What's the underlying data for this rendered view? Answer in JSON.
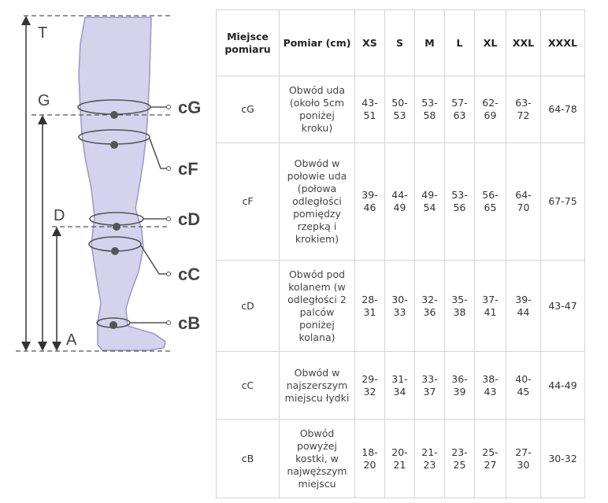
{
  "diagram": {
    "zone_labels": [
      "T",
      "G",
      "D",
      "A"
    ],
    "point_labels": [
      "cG",
      "cF",
      "cD",
      "cC",
      "cB"
    ]
  },
  "table": {
    "headers": [
      "Miejsce pomiaru",
      "Pomiar (cm)",
      "XS",
      "S",
      "M",
      "L",
      "XL",
      "XXL",
      "XXXL"
    ],
    "rows": [
      {
        "point": "cG",
        "description": "Obwód uda (około 5cm poniżej kroku)",
        "values": [
          "43-51",
          "50-53",
          "53-58",
          "57-63",
          "62-69",
          "63-72",
          "64-78"
        ]
      },
      {
        "point": "cF",
        "description": "Obwód w połowie uda (połowa odległości pomiędzy rzepką i krokiem)",
        "values": [
          "39-46",
          "44-49",
          "49-54",
          "53-56",
          "56-65",
          "64-70",
          "67-75"
        ]
      },
      {
        "point": "cD",
        "description": "Obwód pod kolanem (w odległości 2 palców poniżej kolana)",
        "values": [
          "28-31",
          "30-33",
          "32-36",
          "35-38",
          "37-41",
          "39-44",
          "43-47"
        ]
      },
      {
        "point": "cC",
        "description": "Obwód w najszerszym miejscu łydki",
        "values": [
          "29-32",
          "31-34",
          "33-37",
          "36-39",
          "38-43",
          "40-45",
          "44-49"
        ]
      },
      {
        "point": "cB",
        "description": "Obwód powyżej kostki, w najwęższym miejscu",
        "values": [
          "18-20",
          "20-21",
          "21-23",
          "23-25",
          "25-27",
          "27-30",
          "30-32"
        ]
      }
    ]
  }
}
